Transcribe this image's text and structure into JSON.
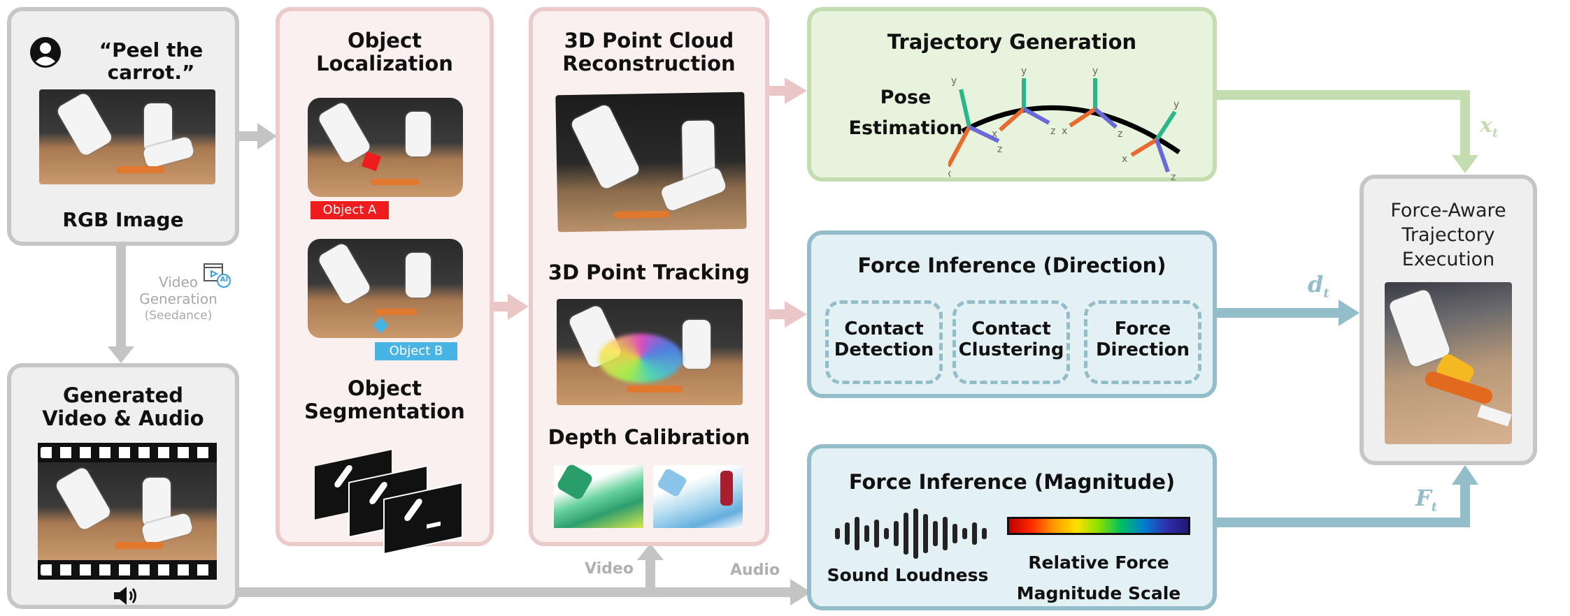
{
  "rgb_panel": {
    "quote": "“Peel the carrot.”",
    "caption": "RGB Image"
  },
  "video_gen": {
    "line1": "Video",
    "line2": "Generation",
    "line3": "(Seedance)",
    "ai_badge": "AI"
  },
  "gen_panel": {
    "title_line1": "Generated",
    "title_line2": "Video & Audio"
  },
  "loc_panel": {
    "title_line1": "Object",
    "title_line2": "Localization",
    "tag_a": "Object A",
    "tag_b": "Object B",
    "seg_line1": "Object",
    "seg_line2": "Segmentation"
  },
  "pc_panel": {
    "title_line1": "3D Point Cloud",
    "title_line2": "Reconstruction",
    "tracking": "3D Point Tracking",
    "depth": "Depth Calibration"
  },
  "traj_panel": {
    "title": "Trajectory Generation",
    "pose_line1": "Pose",
    "pose_line2": "Estimation"
  },
  "dir_panel": {
    "title": "Force Inference (Direction)",
    "items": [
      {
        "line1": "Contact",
        "line2": "Detection"
      },
      {
        "line1": "Contact",
        "line2": "Clustering"
      },
      {
        "line1": "Force",
        "line2": "Direction"
      }
    ]
  },
  "mag_panel": {
    "title": "Force Inference (Magnitude)",
    "loudness": "Sound Loudness",
    "scale_line1": "Relative Force",
    "scale_line2": "Magnitude Scale"
  },
  "exec_panel": {
    "line1": "Force-Aware",
    "line2": "Trajectory",
    "line3": "Execution"
  },
  "flow_labels": {
    "video": "Video",
    "audio": "Audio",
    "xt": "x",
    "dt": "d",
    "ft": "F",
    "sub": "t"
  },
  "axis_letters": {
    "x": "x",
    "y": "y",
    "z": "z"
  },
  "colors": {
    "gray_arrow": "#c4c4c4",
    "pink_arrow": "#ebc6c6",
    "green_arrow": "#c3dcb0",
    "blue_arrow": "#93bdc9",
    "tag_a": "#ee1c1c",
    "tag_b": "#48b4e4"
  }
}
